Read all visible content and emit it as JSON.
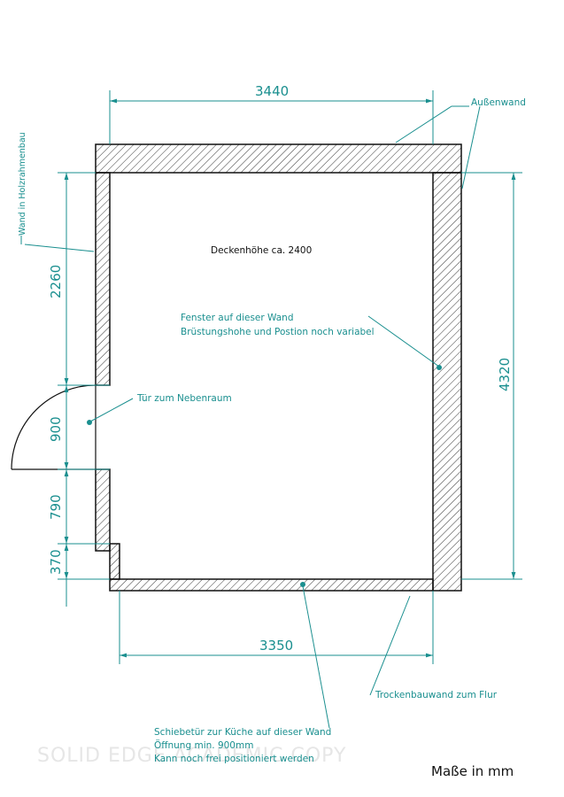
{
  "dimensions": {
    "top_width": "3440",
    "bottom_width": "3350",
    "right_height": "4320",
    "left_upper": "2260",
    "door_width": "900",
    "left_lower": "790",
    "left_step": "370"
  },
  "labels": {
    "outer_wall": "Außenwand",
    "timber_wall": "Wand in Holzrahmenbau",
    "ceiling_height": "Deckenhöhe ca. 2400",
    "window_line1": "Fenster auf dieser Wand",
    "window_line2": "Brüstungshohe und Postion noch variabel",
    "door_next_room": "Tür zum Nebenraum",
    "drywall_hall": "Trockenbauwand zum Flur",
    "sliding_line1": "Schiebetür zur Küche auf dieser Wand",
    "sliding_line2": "Öffnung min. 900mm",
    "sliding_line3": "Kann noch frei positioniert werden",
    "units": "Maße in mm",
    "watermark": "SOLID EDGE ACADEMIC COPY"
  },
  "colors": {
    "dimension": "#1a8f8f",
    "wall": "#111111"
  }
}
